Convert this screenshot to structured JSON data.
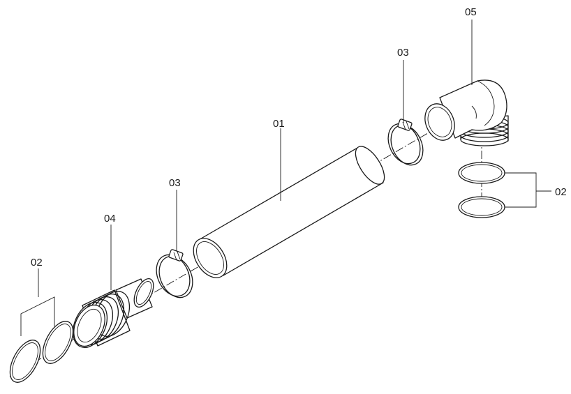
{
  "callouts": {
    "tube": "01",
    "seal_rings_left": "02",
    "seal_rings_right": "02",
    "clamp_left": "03",
    "clamp_right": "03",
    "adapter": "04",
    "elbow": "05"
  },
  "colors": {
    "line": "#1a1a1a",
    "background": "#ffffff"
  }
}
